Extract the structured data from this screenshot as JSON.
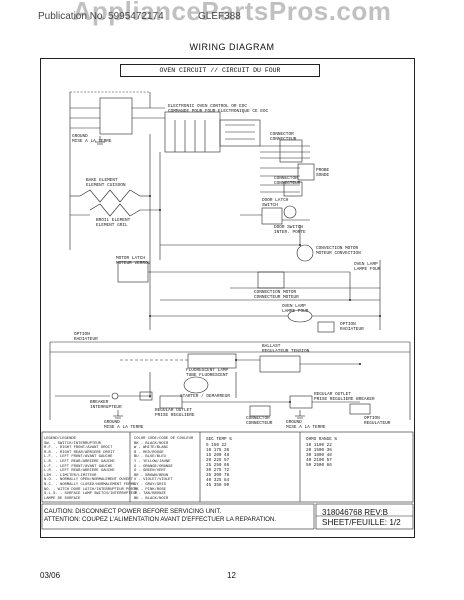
{
  "watermark": "AppliancePartsPros.com",
  "header": {
    "publication": "Publication No. 5995472174",
    "model": "GLEF388"
  },
  "title": "WIRING DIAGRAM",
  "circuit_title": "OVEN CIRCUIT // CIRCUIT DU FOUR",
  "labels": {
    "ground_top": "GROUND\nMISE A LA TERRE",
    "eoc": "ELECTRONIC OVEN CONTROL OR EOC\nCOMMANDE POUR FOUR ELECTRONIQUE CE EOC",
    "conn1": "CONNECTOR\nCONNECTEUR",
    "probe": "PROBE\nSONDE",
    "conn2": "CONNECTOR\nCONNECTEUR",
    "bake": "BAKE ELEMENT\nELEMENT CUISSON",
    "broil": "BROIL ELEMENT\nELEMENT GRIL",
    "doorlatch": "DOOR LATCH\nSWITCH",
    "doorswitch": "DOOR SWITCH\nINTER. PORTE",
    "convmotor": "CONVECTION MOTOR\nMOTEUR CONVECTION",
    "motorlatch": "MOTOR LATCH\nMOTEUR VERROU",
    "connmotor": "CONNECTION MOTOR\nCONNECTEUR MOTEUR",
    "ovenlamp": "OVEN LAMP\nLAMPE FOUR",
    "ovenlamp2": "OVEN LAMP\nLAMPE FOUR",
    "option": "OPTION\nRADIATEUR",
    "option2": "OPTION\nRADIATEUR",
    "fluor": "FLUORESCENT LAMP\nTUBE FLUORESCENT",
    "ballast": "BALLAST\nREGULATEUR TENSION",
    "starter": "STARTER / DEMARREUR",
    "breaker": "BREAKER\nINTERRUPTEUR",
    "outlet": "REGULAR OUTLET\nPRISE REGULIERE",
    "conn3": "CONNECTOR\nCONNECTEUR",
    "surface": "REGULAR OUTLET\nPRISE REGULIERE BREAKER",
    "ground_bot": "GROUND\nMISE A LA TERRE",
    "ground_bot2": "GROUND\nMISE A LA TERRE",
    "optionbot": "OPTION\nREGULATEUR"
  },
  "legend_abbrev": [
    "LEGEND/LEGENDE",
    "SW. - SWITCH/INTERRUPTEUR",
    "R.F. - RIGHT FRONT/AVANT DROIT",
    "R.R. - RIGHT REAR/ARRIERE DROIT",
    "L.F. - LEFT FRONT/AVANT GAUCHE",
    "L.R. - LEFT REAR/ARRIERE GAUCHE",
    "L.F. - LEFT FRONT/AVANT GAUCHE",
    "L.R. - LEFT REAR/ARRIERE GAUCHE",
    "LIM. - LIMITER/LIMITEUR",
    "N.O. - NORMALLY OPEN/NORMALEMENT OUVERT",
    "N.C. - NORMALLY CLOSED/NORMALEMENT FERME",
    "NO. - WITCH DOOR LATCH/INTERRUPTEUR PORTE",
    "S.L.S. - SURFACE LAMP SWITCH/INTERRUPTEUR",
    "LAMPE DE SURFACE"
  ],
  "legend_colors": [
    "COLOR CODE/CODE DE COULEUR",
    "BK - BLACK/NOIR",
    "W - WHITE/BLANC",
    "R - RED/ROUGE",
    "BU - BLUE/BLEU",
    "Y - YELLOW/JAUNE",
    "O - ORANGE/ORANGE",
    "G - GREEN/VERT",
    "BR - BROWN/BRUN",
    "V - VIOLET/VIOLET",
    "GY - GRAY/GRIS",
    "PK - PINK/ROSE",
    "T - TAN/BRONZE",
    "BK - BLACK/NOIR"
  ],
  "caution": "CAUTION: DISCONNECT POWER BEFORE SERVICING UNIT.\nATTENTION: COUPEZ L'ALIMENTATION AVANT D'EFFECTUER LA REPARATION.",
  "part_number": "318046768 REV:B",
  "sheet": "SHEET/FEUILLE: 1/2",
  "footer": {
    "date": "03/06",
    "page": "12"
  }
}
